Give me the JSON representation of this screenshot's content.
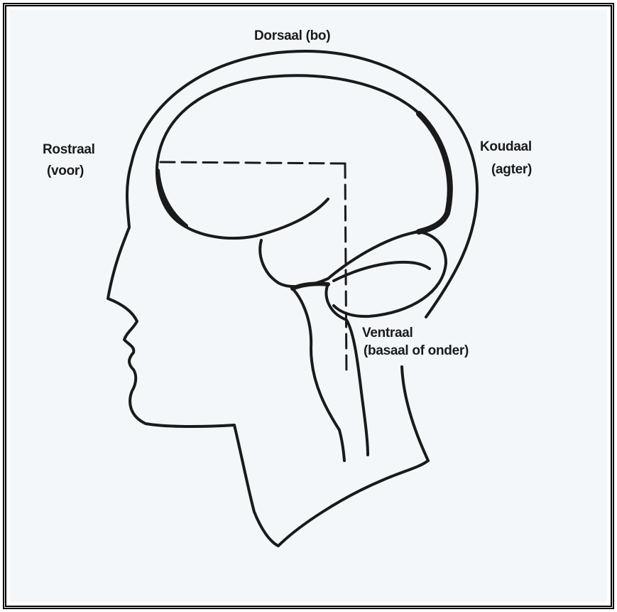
{
  "labels": {
    "dorsal": "Dorsaal (bo)",
    "rostral_1": "Rostraal",
    "rostral_2": "(voor)",
    "caudal_1": "Koudaal",
    "caudal_2": "(agter)",
    "ventral_1": "Ventraal",
    "ventral_2": "(basaal of onder)"
  },
  "colors": {
    "line": "#1a1a1a",
    "paper": "#f3f7fa",
    "frame": "#000000"
  }
}
